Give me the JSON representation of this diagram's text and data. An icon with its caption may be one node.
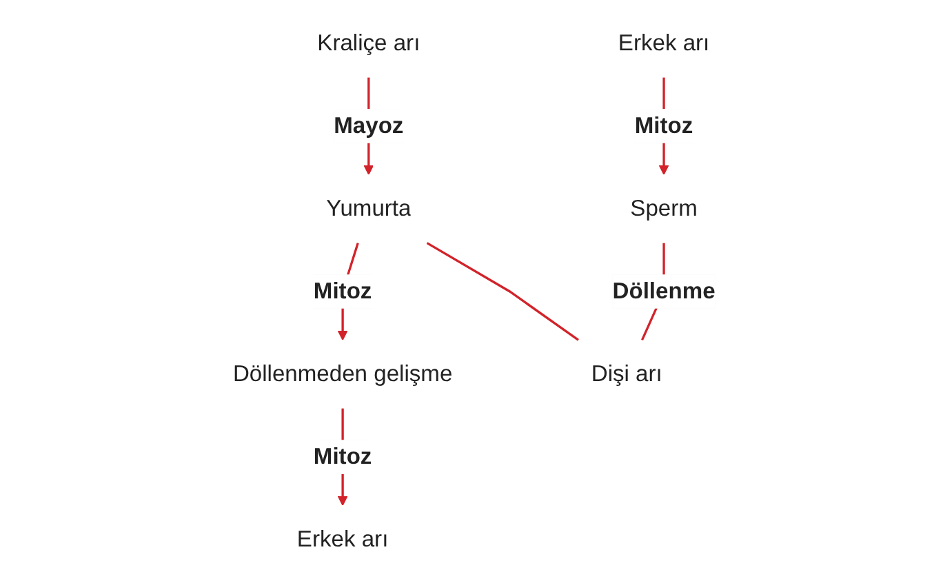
{
  "diagram": {
    "nodes": [
      {
        "text": [
          "Kraliçe arı"
        ]
      },
      {
        "text": [
          "Erkek arı"
        ]
      },
      {
        "text": [
          "Yumurta"
        ]
      },
      {
        "text": [
          "Sperm"
        ]
      },
      {
        "text": [
          "Döllenmeden gelişme"
        ]
      },
      {
        "text": [
          "Dişi arı"
        ]
      },
      {
        "text": [
          "Erkek arı"
        ]
      }
    ],
    "edges": [
      {
        "from": 0,
        "to": 2,
        "arrow": "to",
        "label": "Mayoz"
      },
      {
        "from": 1,
        "to": 3,
        "arrow": "to",
        "label": "Mitoz"
      },
      {
        "from": 2,
        "to": 4,
        "arrow": "to",
        "label": "Mitoz"
      },
      {
        "from": 2,
        "to": 5,
        "arrow": "none"
      },
      {
        "from": 3,
        "to": 5,
        "arrow": "none",
        "label": "Döllenme"
      },
      {
        "from": 4,
        "to": 6,
        "arrow": "to",
        "label": "Mitoz"
      }
    ]
  }
}
